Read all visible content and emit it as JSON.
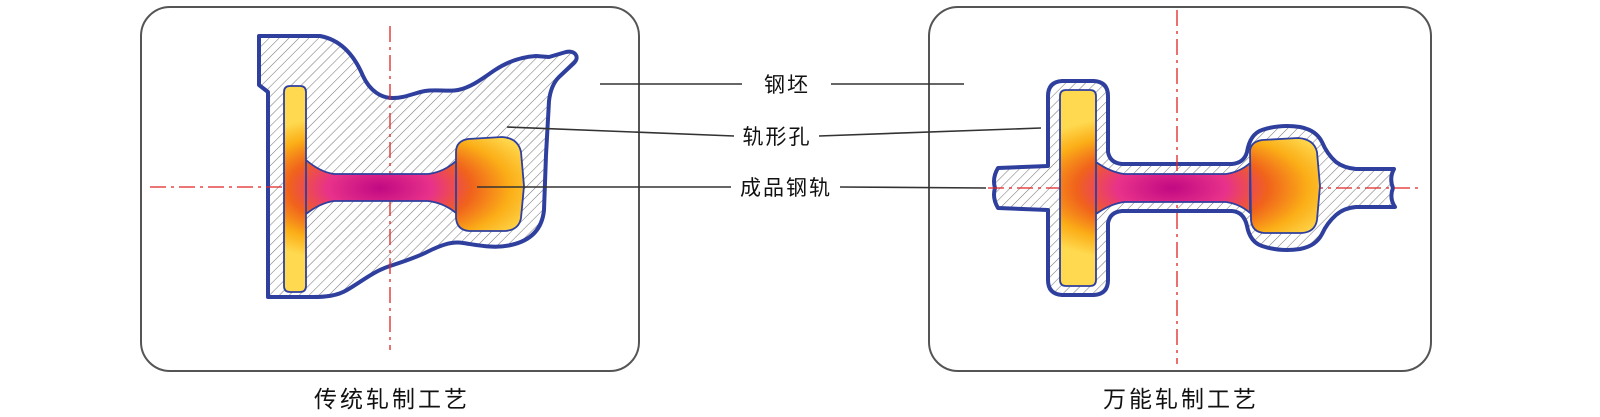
{
  "figure": {
    "center_labels": [
      {
        "text": "钢坯"
      },
      {
        "text": "轨形孔"
      },
      {
        "text": "成品钢轨"
      }
    ],
    "panels": [
      {
        "caption": "传统轧制工艺"
      },
      {
        "caption": "万能轧制工艺"
      }
    ]
  },
  "colors": {
    "billet_outline": "#2f3f9e",
    "hatch_line": "#7a7a7a",
    "centerline_red": "#e02424",
    "leader_line": "#333333",
    "panel_border": "#555555",
    "text": "#111111",
    "rail_gradient_center": "#c10983",
    "rail_gradient_mid": "#f0621c",
    "rail_gradient_warm": "#fbae17",
    "rail_gradient_outer": "#ffd94f"
  }
}
